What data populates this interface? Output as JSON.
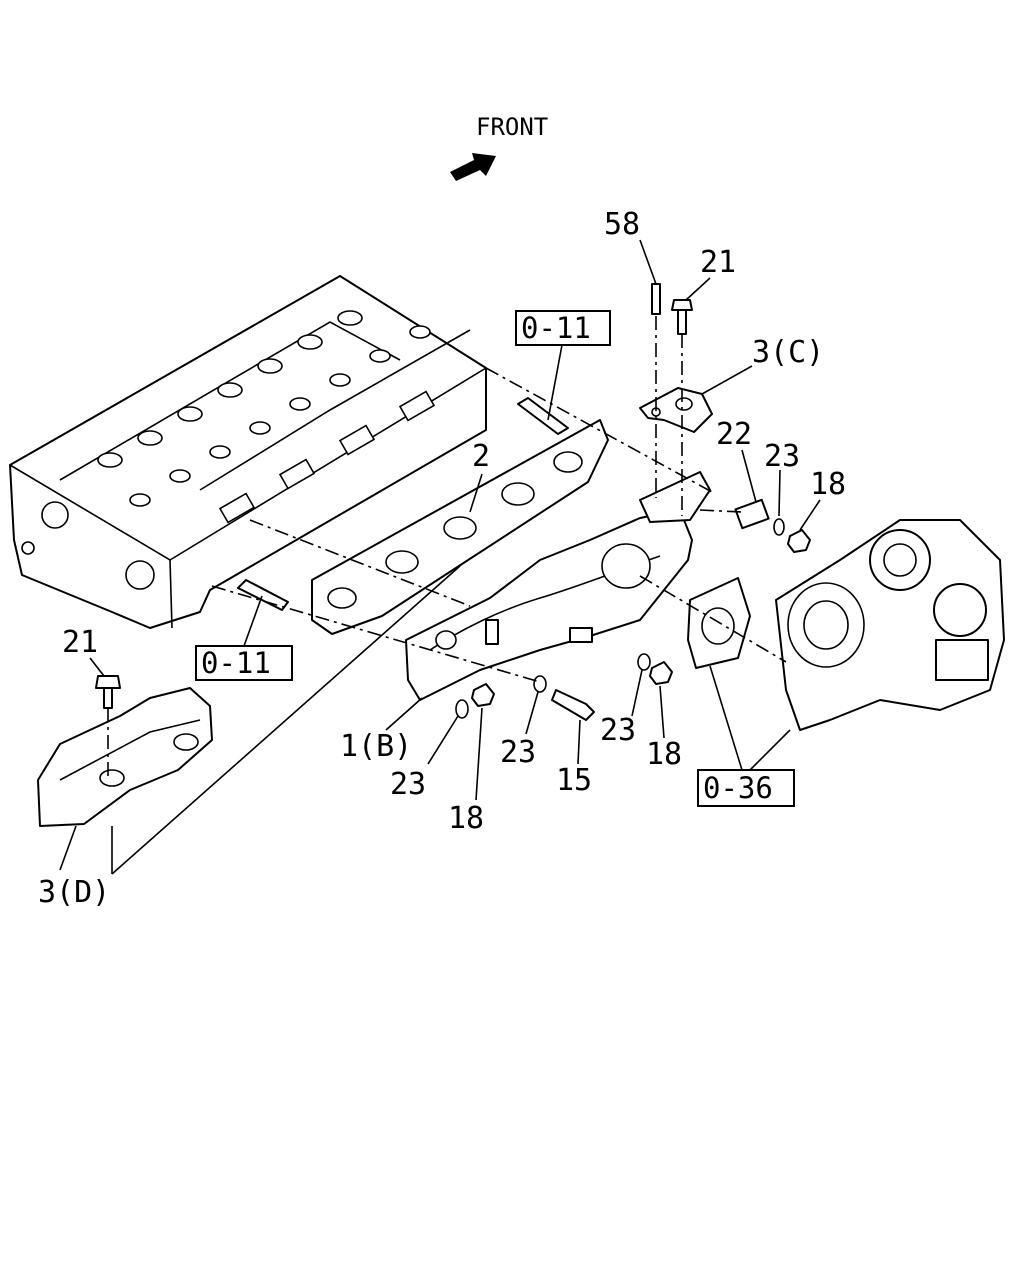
{
  "orientation": {
    "front_label": "FRONT"
  },
  "callouts": {
    "c58": "58",
    "c21_top": "21",
    "c3c": "3(C)",
    "c22": "22",
    "c23_right": "23",
    "c18_right": "18",
    "c2": "2",
    "c21_left": "21",
    "c1b": "1(B)",
    "c23_a": "23",
    "c18_a": "18",
    "c23_b": "23",
    "c15": "15",
    "c23_c": "23",
    "c18_c": "18",
    "c3d": "3(D)"
  },
  "references": {
    "ref_top": "0-11",
    "ref_left": "0-11",
    "ref_turbo": "0-36"
  }
}
